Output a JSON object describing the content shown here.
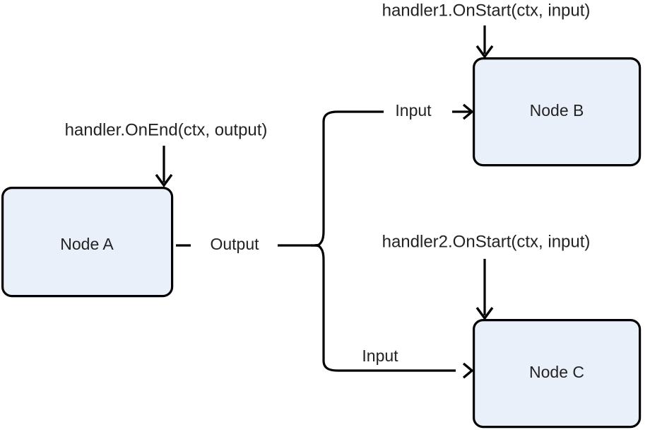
{
  "diagram": {
    "type": "flow-diagram",
    "background_color": "#ffffff",
    "node_fill_color": "#eaf0fa",
    "node_border_color": "#000000",
    "text_color": "#232323",
    "nodes": [
      {
        "id": "node-a",
        "label": "Node A"
      },
      {
        "id": "node-b",
        "label": "Node B"
      },
      {
        "id": "node-c",
        "label": "Node C"
      }
    ],
    "edge_labels": {
      "output": "Output",
      "input_b": "Input",
      "input_c": "Input"
    },
    "annotations": {
      "handler_on_end": "handler.OnEnd(ctx, output)",
      "handler1_on_start": "handler1.OnStart(ctx, input)",
      "handler2_on_start": "handler2.OnStart(ctx, input)"
    }
  }
}
